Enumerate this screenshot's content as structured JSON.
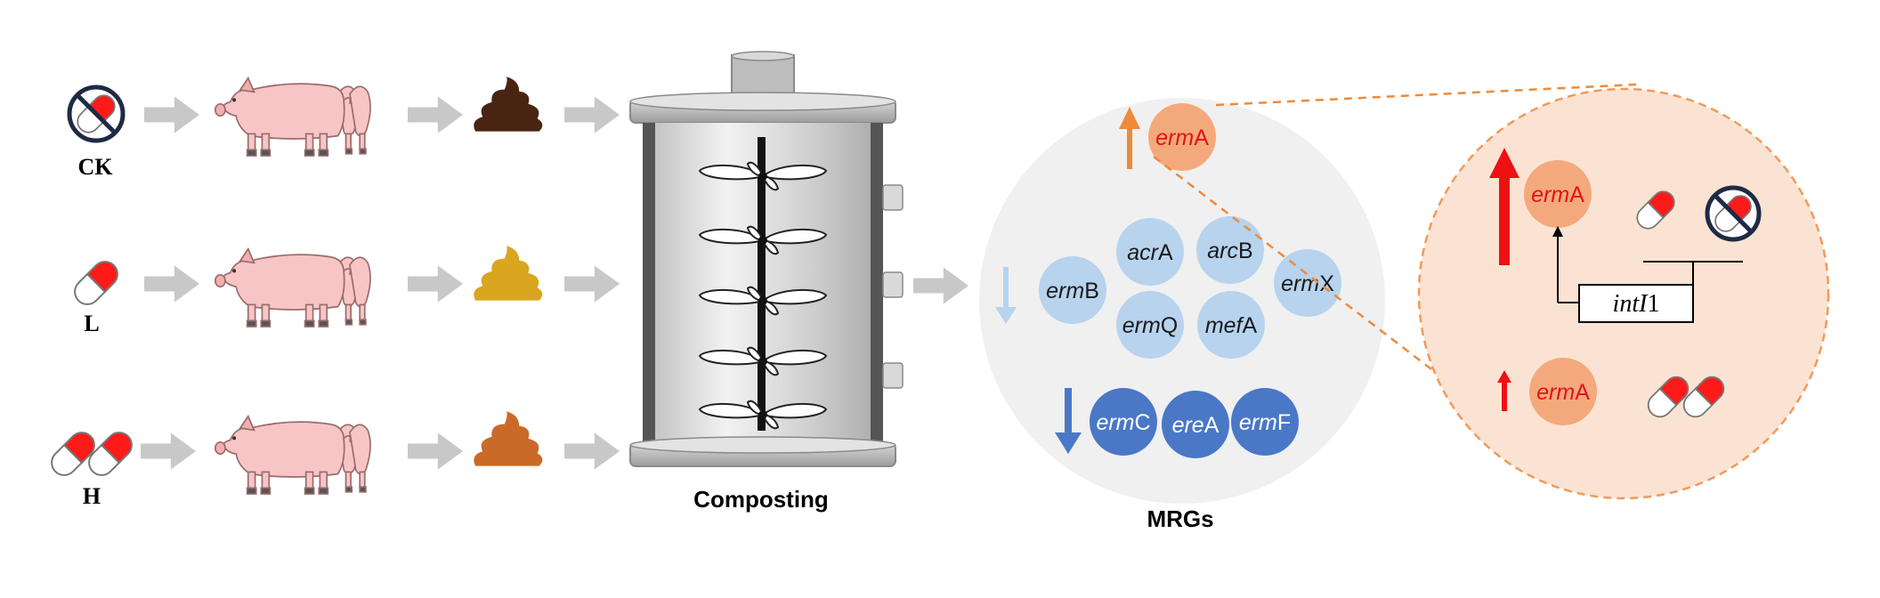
{
  "groups": [
    {
      "id": "ck",
      "label": "CK"
    },
    {
      "id": "l",
      "label": "L"
    },
    {
      "id": "h",
      "label": "H"
    }
  ],
  "captions": {
    "composting": "Composting",
    "mrgs": "MRGs"
  },
  "genes": {
    "up": [
      {
        "prefix": "erm",
        "suffix": "A"
      }
    ],
    "down_light": [
      {
        "prefix": "acr",
        "suffix": "A"
      },
      {
        "prefix": "arc",
        "suffix": "B"
      },
      {
        "prefix": "erm",
        "suffix": "B"
      },
      {
        "prefix": "erm",
        "suffix": "X"
      },
      {
        "prefix": "erm",
        "suffix": "Q"
      },
      {
        "prefix": "mef",
        "suffix": "A"
      }
    ],
    "down_dark": [
      {
        "prefix": "erm",
        "suffix": "C"
      },
      {
        "prefix": "ere",
        "suffix": "A"
      },
      {
        "prefix": "erm",
        "suffix": "F"
      }
    ]
  },
  "zoom": {
    "gene_high": {
      "prefix": "erm",
      "suffix": "A"
    },
    "gene_low": {
      "prefix": "erm",
      "suffix": "A"
    },
    "integron": {
      "italic": "intI",
      "plain": "1"
    }
  },
  "colors": {
    "arrow_gray": "#c8c8c8",
    "pill_red": "#ff1a1a",
    "pig_pink": "#f7c5c5",
    "manure_ck": "#4a2412",
    "manure_l": "#daa51f",
    "manure_h": "#c96a28",
    "gene_up": "#f4a97c",
    "gene_down_light": "#b7d3ee",
    "gene_down_dark": "#4a78c6",
    "mrg_bg": "#f0f0f0",
    "zoom_bg": "#fbe3d3",
    "zoom_border": "#f29a5a",
    "arrow_up_orange": "#ef8a3a",
    "arrow_red": "#ee1111"
  },
  "icons": [
    "no-antibiotic-icon",
    "capsule-icon",
    "pig-icon",
    "manure-icon",
    "composter-icon",
    "arrow-right-icon"
  ]
}
